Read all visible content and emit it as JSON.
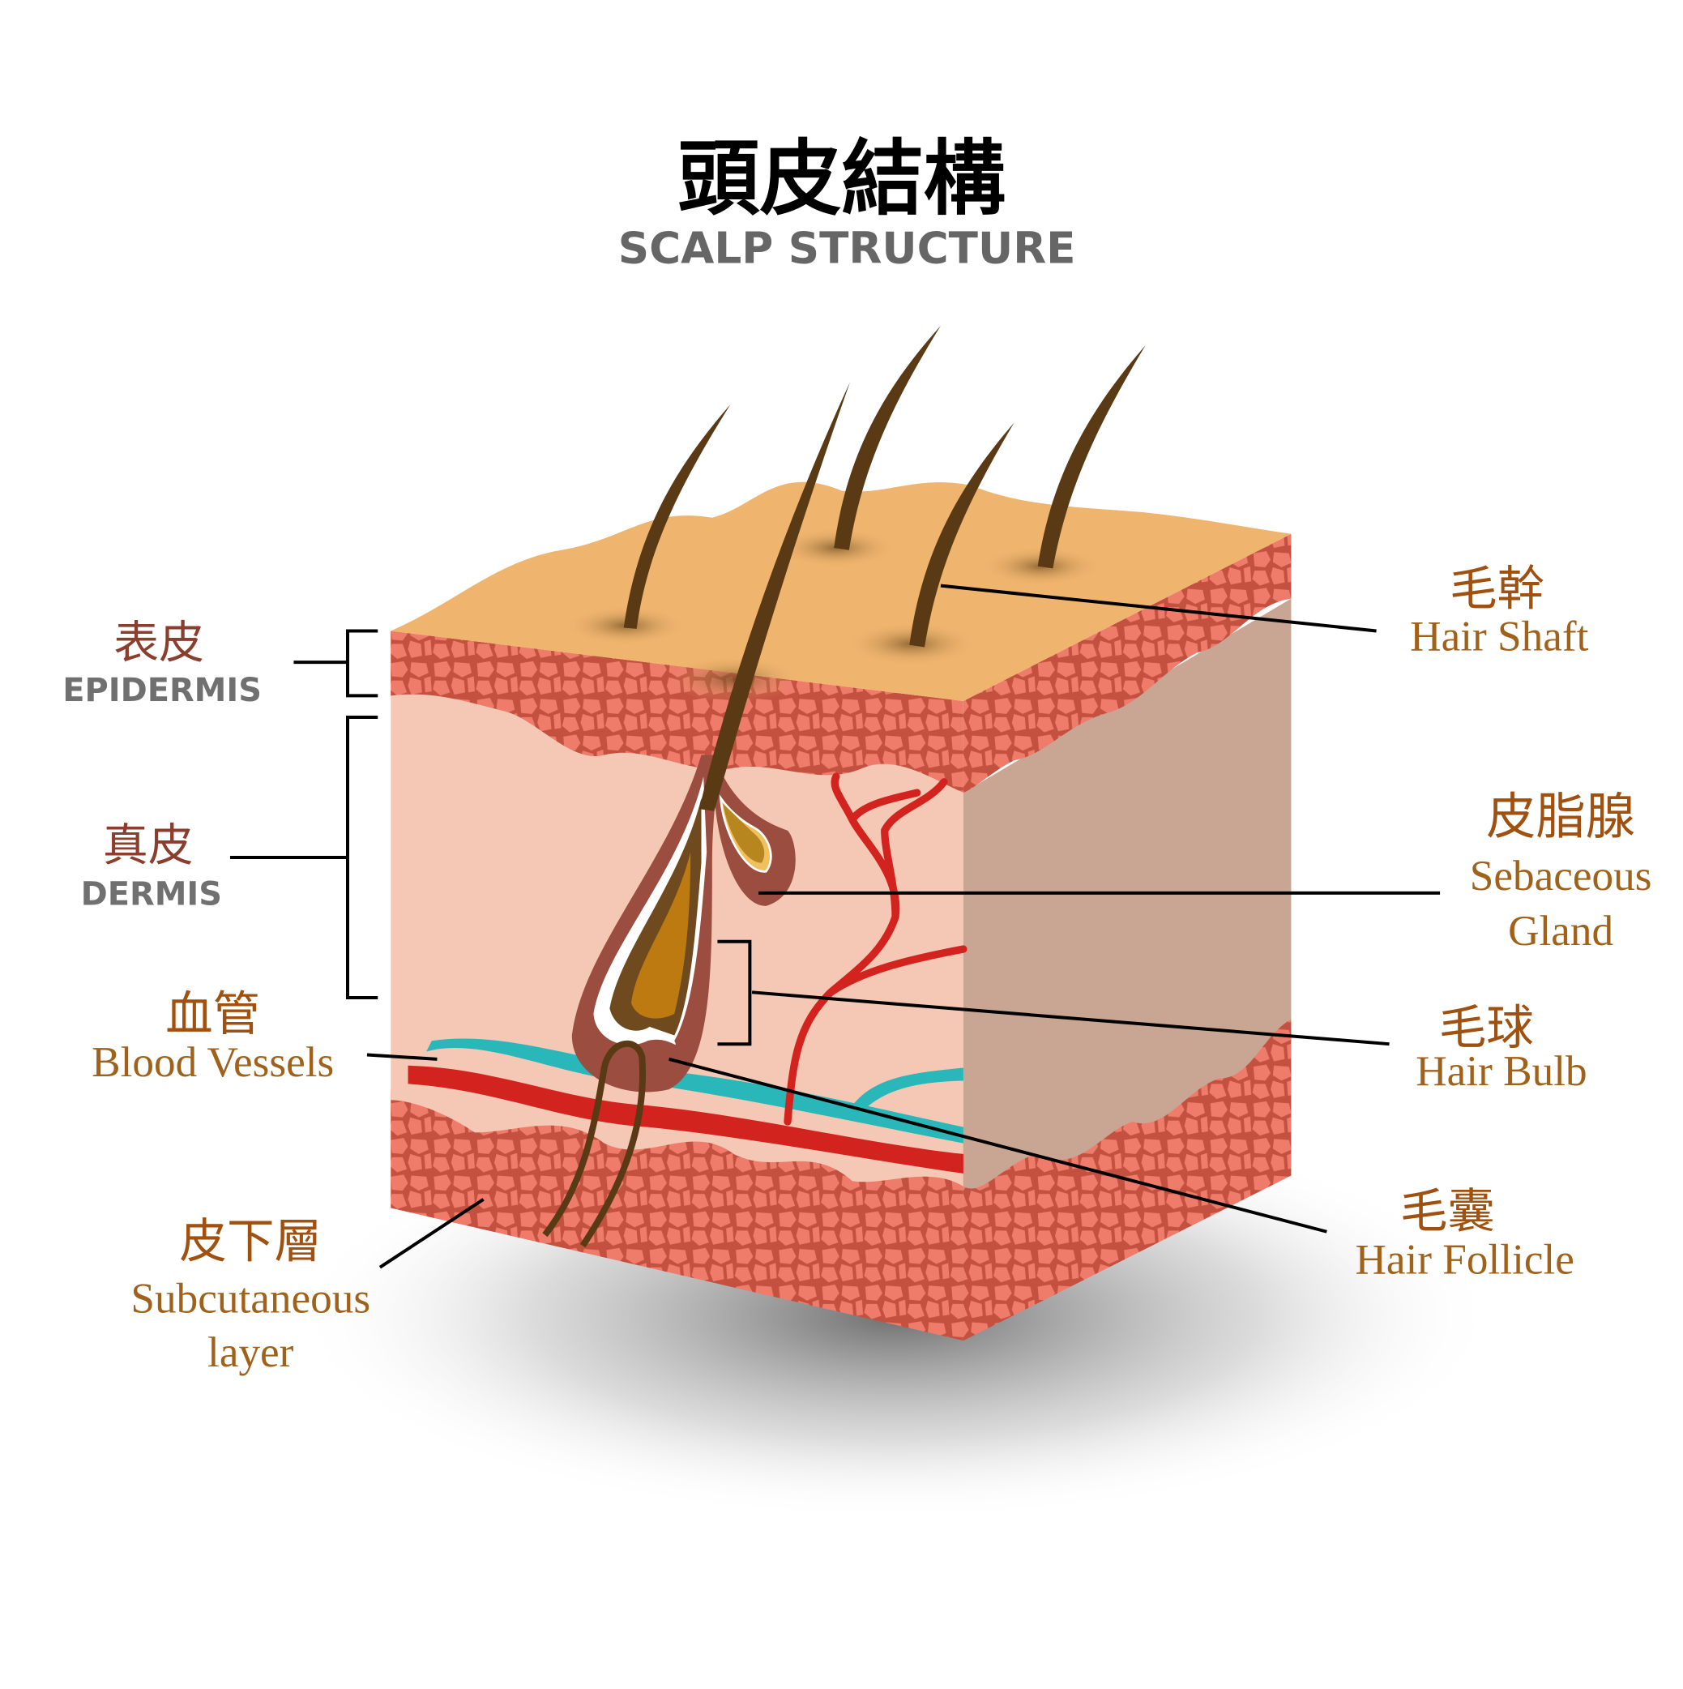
{
  "title": {
    "zh": "頭皮結構",
    "en": "SCALP STRUCTURE"
  },
  "labels": {
    "epidermis": {
      "zh": "表皮",
      "en": "EPIDERMIS"
    },
    "dermis": {
      "zh": "真皮",
      "en": "DERMIS"
    },
    "blood_vessels": {
      "zh": "血管",
      "en": "Blood Vessels"
    },
    "subcutaneous": {
      "zh": "皮下層",
      "en_line1": "Subcutaneous",
      "en_line2": "layer"
    },
    "hair_shaft": {
      "zh": "毛幹",
      "en": "Hair Shaft"
    },
    "sebaceous_gland": {
      "zh": "皮脂腺",
      "en_line1": "Sebaceous",
      "en_line2": "Gland"
    },
    "hair_bulb": {
      "zh": "毛球",
      "en": "Hair Bulb"
    },
    "hair_follicle": {
      "zh": "毛囊",
      "en": "Hair Follicle"
    }
  },
  "colors": {
    "skin_surface": "#efb46e",
    "cells": "#ec7565",
    "dermis": "#f4c8b4",
    "dermis_side": "#c9a593",
    "artery": "#d2231e",
    "vein": "#2ab7b9",
    "hair": "#5a3a14",
    "label_layer": "#8a3e2e",
    "label_part": "#a0621a",
    "label_gray": "#707070"
  }
}
